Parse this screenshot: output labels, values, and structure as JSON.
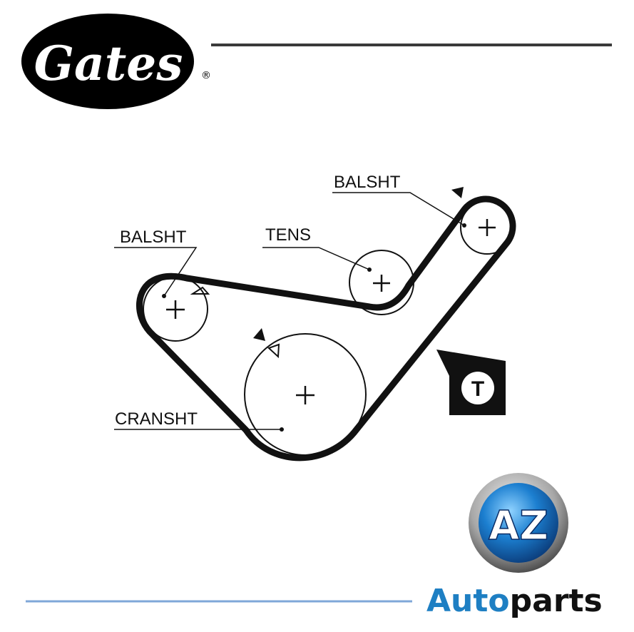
{
  "header": {
    "brand_logo_text": "Gates",
    "registered_mark": "®"
  },
  "diagram": {
    "labels": {
      "balsht_top": "BALSHT",
      "balsht_left": "BALSHT",
      "tens": "TENS",
      "cransht": "CRANSHT"
    },
    "timing_mark_badge": "T"
  },
  "footer": {
    "logo_monogram": "AZ",
    "brand_word_1": "Auto",
    "brand_word_2": "parts",
    "brand_color_1": "#1e7fc3",
    "brand_color_2": "#111111"
  },
  "colors": {
    "belt": "#111111",
    "rule_gray": "#3a3a3a",
    "rule_blue": "#7fa7d8"
  }
}
